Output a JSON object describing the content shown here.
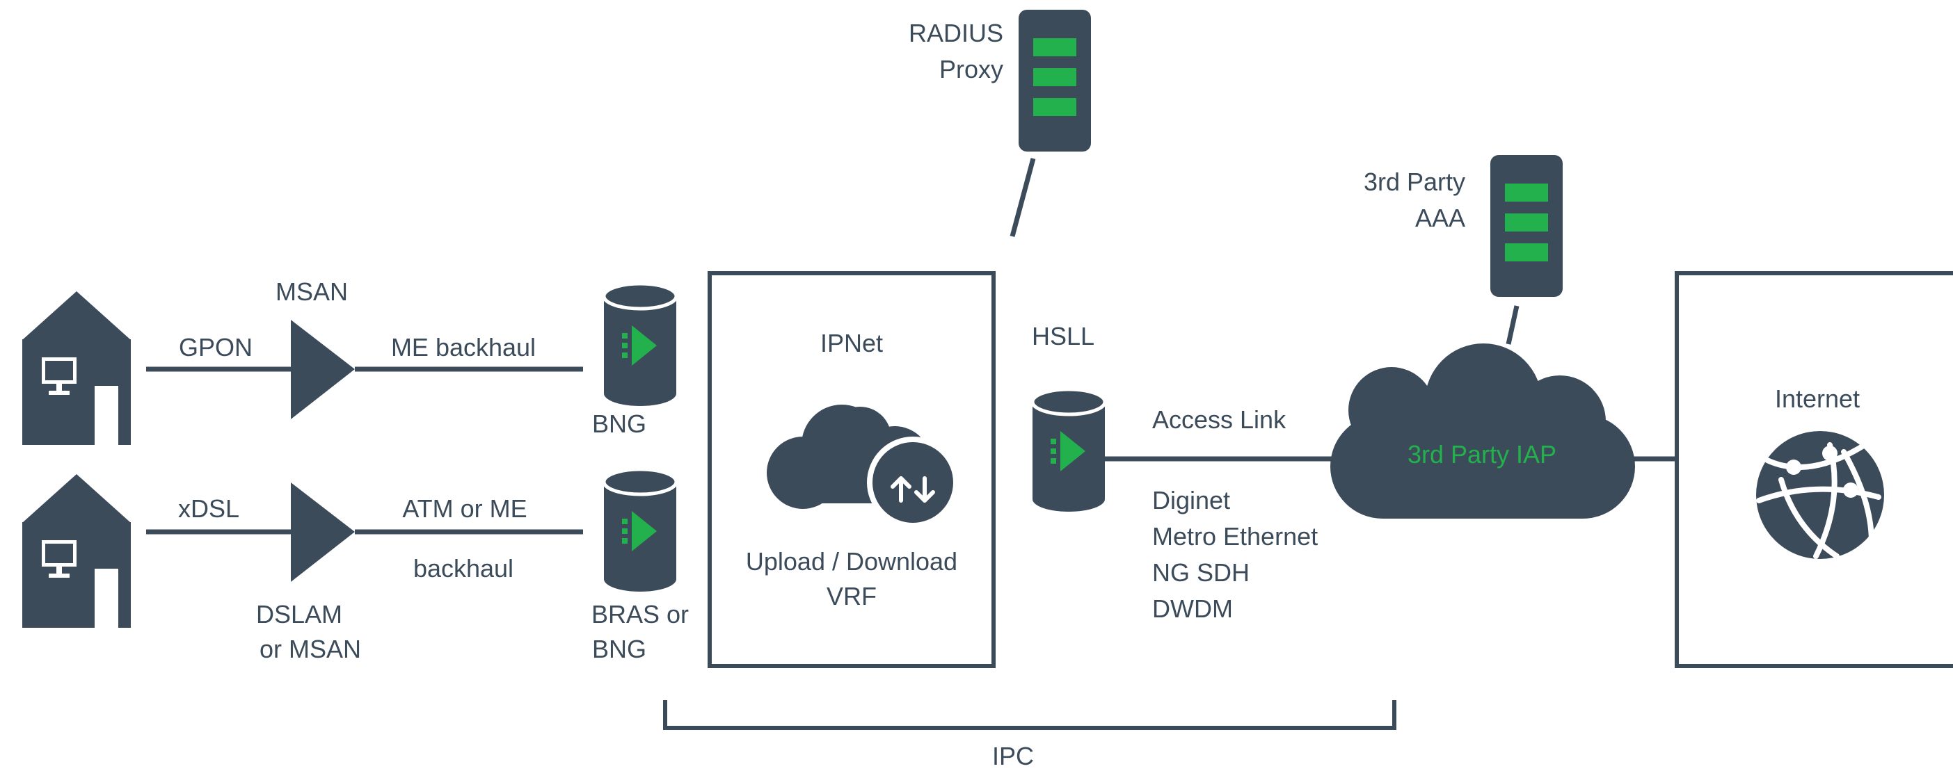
{
  "colors": {
    "primary": "#3c4b5a",
    "accent": "#22b14c",
    "background": "#ffffff"
  },
  "labels": {
    "msan": "MSAN",
    "gpon": "GPON",
    "me_backhaul": "ME backhaul",
    "xdsl": "xDSL",
    "atm_or_me": "ATM or ME",
    "backhaul": "backhaul",
    "dslam_line1": "DSLAM",
    "dslam_line2": "or MSAN",
    "bng": "BNG",
    "bras_line1": "BRAS or",
    "bras_line2": "BNG",
    "ipnet": "IPNet",
    "vrf_line1": "Upload / Download",
    "vrf_line2": "VRF",
    "radius_line1": "RADIUS",
    "radius_line2": "Proxy",
    "hsll": "HSLL",
    "access_link": "Access Link",
    "link_types": [
      "Diginet",
      "Metro Ethernet",
      "NG SDH",
      "DWDM"
    ],
    "aaa_line1": "3rd Party",
    "aaa_line2": "AAA",
    "iap": "3rd Party IAP",
    "internet": "Internet",
    "ipc": "IPC"
  },
  "icons": {
    "house": "house-with-computer-icon",
    "amplifier": "network-node-triangle-icon",
    "router": "router-cylinder-icon",
    "server": "server-rack-icon",
    "cloud": "cloud-icon",
    "globe": "globe-network-icon"
  }
}
